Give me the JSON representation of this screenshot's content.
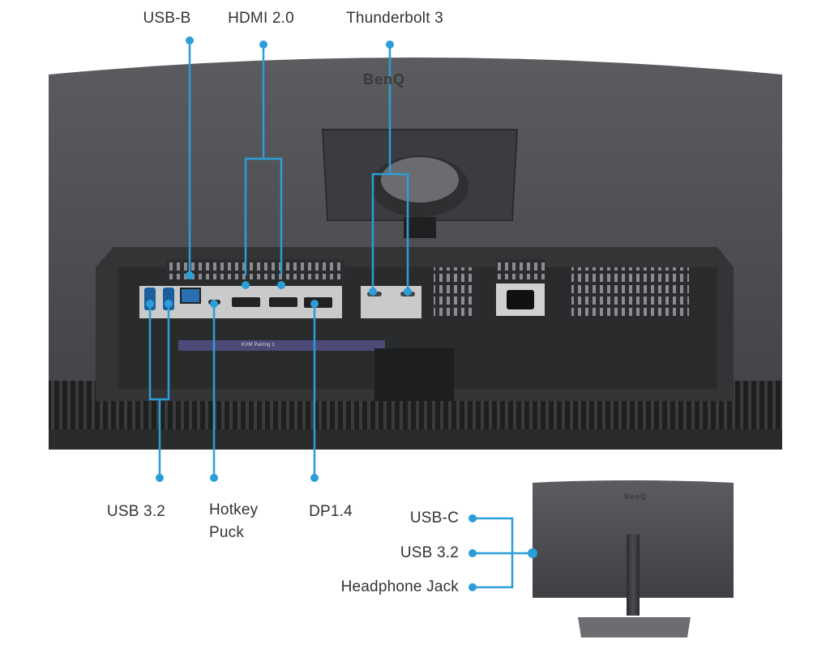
{
  "brand": "BenQ",
  "accent_color": "#2b9ed8",
  "top_labels": {
    "usb_b": "USB-B",
    "hdmi": "HDMI 2.0",
    "thunderbolt": "Thunderbolt 3"
  },
  "bottom_labels": {
    "usb32": "USB 3.2",
    "hotkey_line1": "Hotkey",
    "hotkey_line2": "Puck",
    "dp": "DP1.4"
  },
  "side_labels": {
    "usb_c": "USB-C",
    "usb32": "USB 3.2",
    "headphone": "Headphone Jack"
  },
  "panel_text": {
    "kvm": "KVM Pairing 1"
  }
}
